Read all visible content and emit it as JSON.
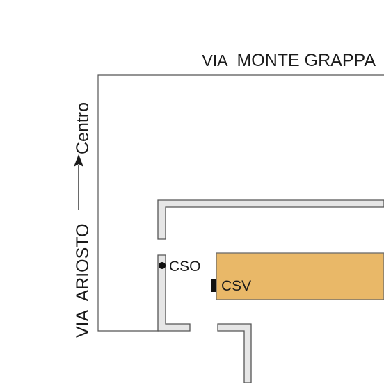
{
  "streets": {
    "top": {
      "prefix": "VIA",
      "name": "MONTE GRAPPA"
    },
    "left": {
      "prefix": "VIA",
      "name": "ARIOSTO"
    }
  },
  "direction": {
    "label": "Centro",
    "arrow": "arrow-up"
  },
  "points": {
    "cso": {
      "label": "CSO",
      "marker": "dot"
    },
    "csv": {
      "label": "CSV",
      "marker": "square"
    }
  },
  "colors": {
    "building": "#e9b868",
    "building_stroke": "#6b6b6b",
    "wall_fill": "#e6e6e6",
    "wall_stroke": "#555555",
    "road_line": "#555555",
    "text": "#1a1a1a"
  }
}
